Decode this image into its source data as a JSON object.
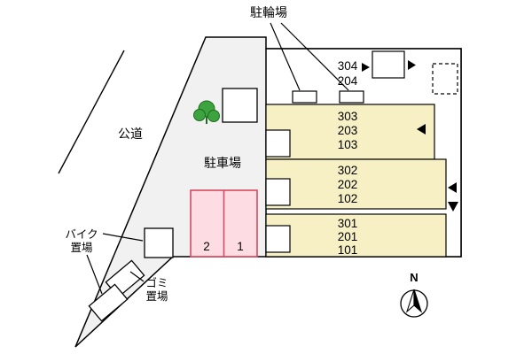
{
  "labels": {
    "bicycle_parking": "駐輪場",
    "public_road": "公道",
    "parking_lot": "駐車場",
    "bike_storage": [
      "バイク",
      "置場"
    ],
    "garbage": [
      "ゴミ",
      "置場"
    ],
    "north": "N"
  },
  "building": {
    "top_units": [
      "304",
      "204"
    ],
    "rows": [
      {
        "units": [
          "303",
          "203",
          "103"
        ]
      },
      {
        "units": [
          "302",
          "202",
          "102"
        ]
      },
      {
        "units": [
          "301",
          "201",
          "101"
        ]
      }
    ]
  },
  "parking_stalls": [
    "2",
    "1"
  ],
  "colors": {
    "site_fill": "#f1f1f1",
    "building_fill": "#ffffff",
    "unit_fill": "#f6f0c4",
    "stall_fill": "#fddde3",
    "stall_border": "#d84a5f",
    "tree_green": "#3da33f",
    "tree_dark": "#1e6b21",
    "line": "#000000"
  }
}
